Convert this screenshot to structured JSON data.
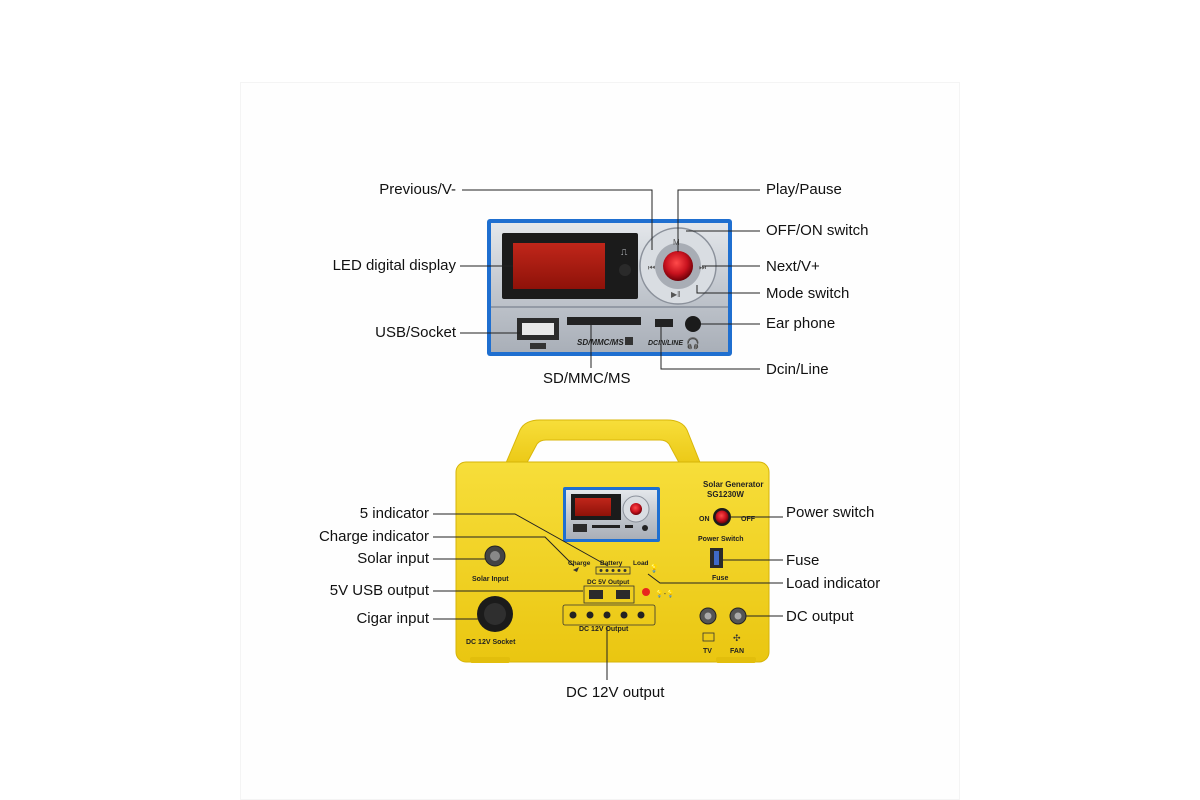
{
  "module_labels": {
    "previous": "Previous/V-",
    "led_display": "LED digital display",
    "usb_socket": "USB/Socket",
    "sd_mmc_ms": "SD/MMC/MS",
    "play_pause": "Play/Pause",
    "off_on_switch": "OFF/ON switch",
    "next": "Next/V+",
    "mode_switch": "Mode switch",
    "ear_phone": "Ear phone",
    "dcin_line": "Dcin/Line"
  },
  "module_printed": {
    "sd_text": "SD/MMC/MS",
    "dcin_text": "DCIN/LINE"
  },
  "generator_labels": {
    "five_indicator": "5 indicator",
    "charge_indicator": "Charge indicator",
    "solar_input": "Solar input",
    "usb_output": "5V USB output",
    "cigar_input": "Cigar input",
    "dc12v_output": "DC 12V output",
    "power_switch": "Power switch",
    "fuse": "Fuse",
    "load_indicator": "Load indicator",
    "dc_output": "DC output"
  },
  "generator_printed": {
    "title": "Solar Generator",
    "model": "SG1230W",
    "on": "ON",
    "off": "OFF",
    "power_switch": "Power Switch",
    "fuse": "Fuse",
    "charge": "Charge",
    "battery": "Battery",
    "load": "Load",
    "dc5v": "DC 5V Output",
    "solar_input": "Solar Input",
    "dc12v_socket": "DC 12V Socket",
    "dc12v_output": "DC 12V Output",
    "tv": "TV",
    "fan": "FAN"
  },
  "colors": {
    "yellow": "#f2d21c",
    "module_blue": "#1f6fd0",
    "module_silver": "#c8cdd4",
    "red_button": "#c8121e",
    "led_red": "#b31a10"
  }
}
